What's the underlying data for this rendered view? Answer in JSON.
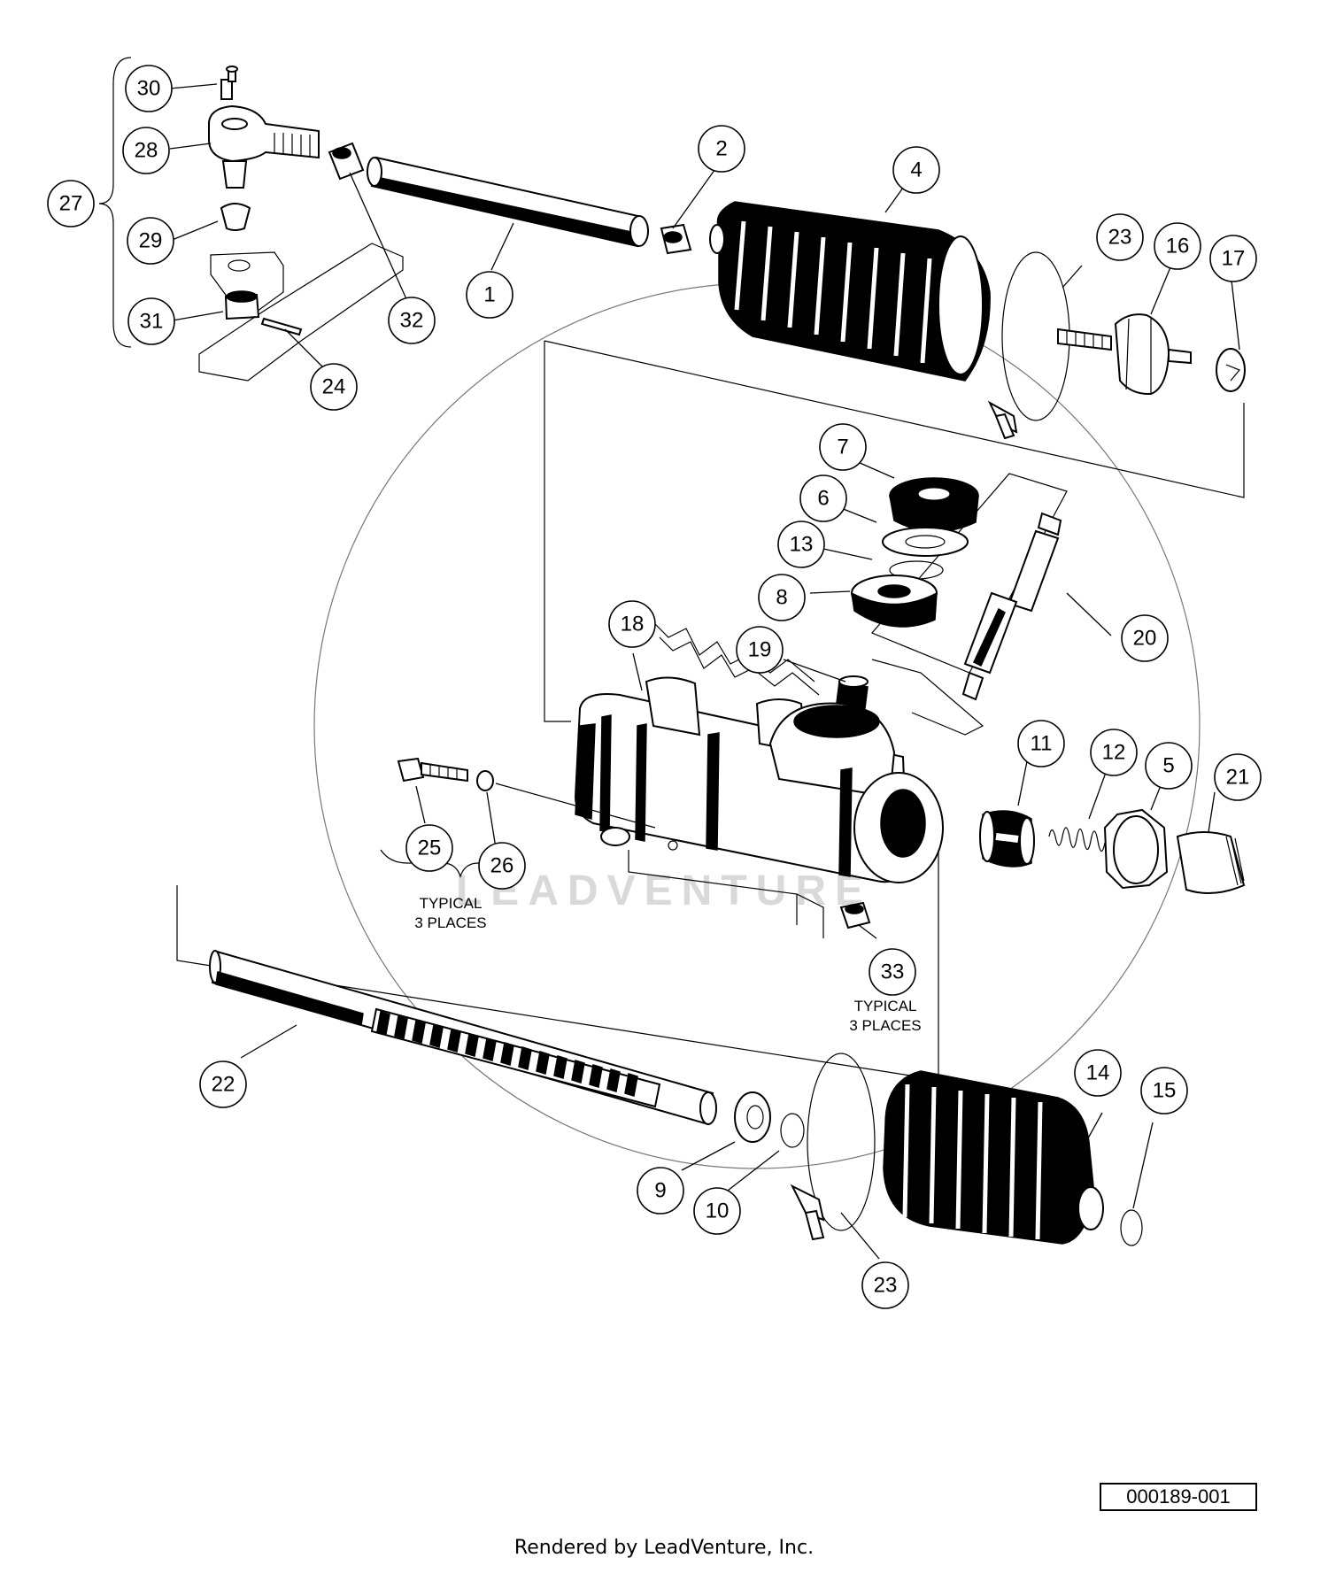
{
  "callouts": [
    {
      "label": "1"
    },
    {
      "label": "2"
    },
    {
      "label": "4"
    },
    {
      "label": "5"
    },
    {
      "label": "6"
    },
    {
      "label": "7"
    },
    {
      "label": "8"
    },
    {
      "label": "9"
    },
    {
      "label": "10"
    },
    {
      "label": "11"
    },
    {
      "label": "12"
    },
    {
      "label": "13"
    },
    {
      "label": "14"
    },
    {
      "label": "15"
    },
    {
      "label": "16"
    },
    {
      "label": "17"
    },
    {
      "label": "18"
    },
    {
      "label": "19"
    },
    {
      "label": "20"
    },
    {
      "label": "21"
    },
    {
      "label": "22"
    },
    {
      "label": "23"
    },
    {
      "label": "23"
    },
    {
      "label": "24"
    },
    {
      "label": "25"
    },
    {
      "label": "26"
    },
    {
      "label": "27"
    },
    {
      "label": "28"
    },
    {
      "label": "29"
    },
    {
      "label": "30"
    },
    {
      "label": "31"
    },
    {
      "label": "32"
    },
    {
      "label": "33"
    }
  ],
  "notes": {
    "typical_left_line1": "TYPICAL",
    "typical_left_line2": "3 PLACES",
    "typical_right_line1": "TYPICAL",
    "typical_right_line2": "3 PLACES"
  },
  "watermark": "LEADVENTURE",
  "drawing_number": "000189-001",
  "footer": "Rendered by LeadVenture, Inc."
}
